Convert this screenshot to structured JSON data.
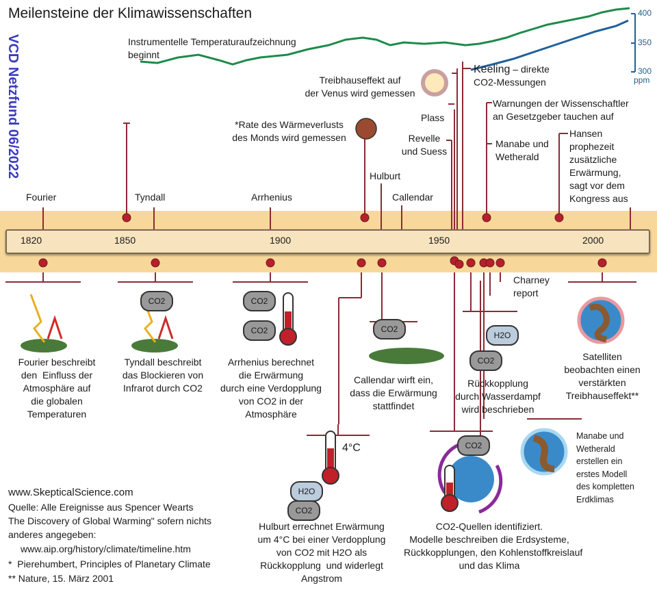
{
  "title": "Meilensteine der Klimawissenschaften",
  "watermark": "VCD Netzfund 06/2022",
  "years": [
    "1820",
    "1850",
    "1900",
    "1950",
    "2000"
  ],
  "ppm_axis": {
    "ticks": [
      "400",
      "350",
      "300"
    ],
    "unit": "ppm"
  },
  "above": {
    "fourier": "Fourier",
    "tyndall": "Tyndall",
    "arrhenius": "Arrhenius",
    "hulburt": "Hulburt",
    "callendar": "Callendar",
    "instrumental": "Instrumentelle Temperaturaufzeichnung\nbeginnt",
    "moon": "*Rate des Wärmeverlusts\ndes Monds wird gemessen",
    "venus": "Treibhauseffekt auf\nder Venus wird gemessen",
    "plass": "Plass",
    "revelle": "Revelle\nund Suess",
    "keeling_name": "Keeling",
    "keeling_rest": " – direkte\nCO2-Messungen",
    "warnings": "Warnungen der Wissenschaftler\nan Gesetzgeber tauchen auf",
    "manabe": "Manabe und\nWetherald",
    "hansen": "Hansen\nprophezeit\nzusätzliche\nErwärmung,\nsagt vor dem\nKongress aus"
  },
  "below": {
    "fourier": "Fourier beschreibt\nden  Einfluss der\nAtmosphäre auf\ndie globalen\nTemperaturen",
    "tyndall": "Tyndall beschreibt\ndas Blockieren von\nInfrarot durch CO2",
    "arrhenius": "Arrhenius berechnet\ndie Erwärmung\ndurch eine Verdopplung\nvon CO2 in der\nAtmosphäre",
    "callendar": "Callendar wirft ein,\ndass die Erwärmung\nstattfindet",
    "feedback": "Rückkopplung\ndurch Wasserdampf\nwird beschrieben",
    "charney": "Charney\nreport",
    "satellites": "Satelliten\nbeobachten einen\nverstärkten\nTreibhauseffekt**",
    "hulburt": "Hulburt errechnet Erwärmung\num 4°C bei einer Verdopplung\nvon CO2 mit H2O als\nRückkopplung  und widerlegt\nAngstrom",
    "four_c": "4°C",
    "co2sources": "CO2-Quellen identifiziert.\nModelle beschreiben die Erdsysteme,\nRückkopplungen, den Kohlenstoffkreislauf\nund das Klima",
    "manabe_model": "Manabe und\nWetherald\nerstellen ein\nerstes Modell\ndes kompletten\nErdklimas"
  },
  "icons": {
    "co2": "CO2",
    "h2o": "H2O"
  },
  "sources": {
    "site": "www.SkepticalScience.com",
    "line1": "Quelle: Alle Ereignisse aus Spencer Wearts",
    "line2": "The Discovery of Global Warming\" sofern nichts",
    "line3": "anderes angegeben:",
    "line4": "www.aip.org/history/climate/timeline.htm",
    "line5": "*  Pierehumbert, Principles of Planetary Climate",
    "line6": "** Nature, 15. März 2001"
  },
  "colors": {
    "band": "#f8d89a",
    "line": "#8a2a35",
    "dot": "#b5202a",
    "temp": "#1e8a4a",
    "co2": "#1f5f9b",
    "watermark": "#3b3bbf"
  }
}
